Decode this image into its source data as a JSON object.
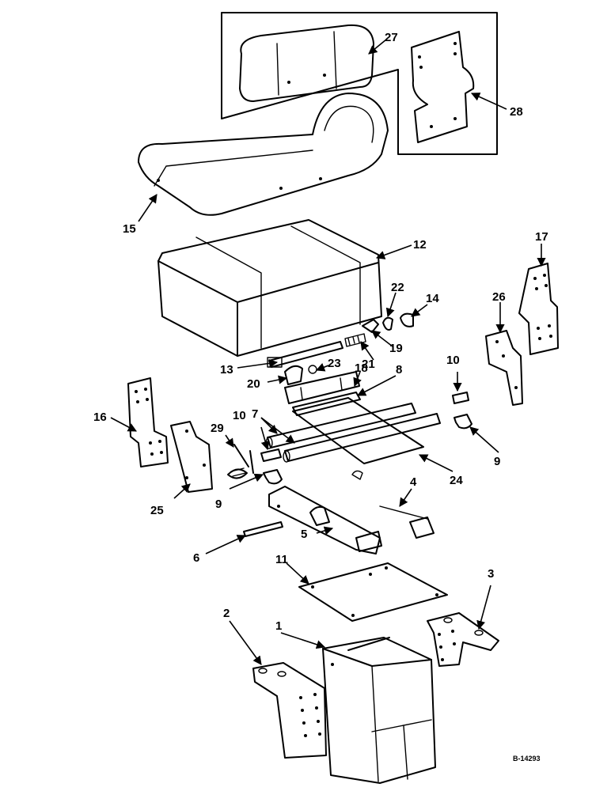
{
  "drawing_number": "B-14293",
  "callouts": [
    "1",
    "2",
    "3",
    "4",
    "5",
    "6",
    "7",
    "8",
    "9",
    "9",
    "10",
    "10",
    "11",
    "12",
    "13",
    "14",
    "15",
    "16",
    "17",
    "18",
    "19",
    "20",
    "21",
    "22",
    "23",
    "24",
    "25",
    "26",
    "27",
    "28",
    "29"
  ]
}
